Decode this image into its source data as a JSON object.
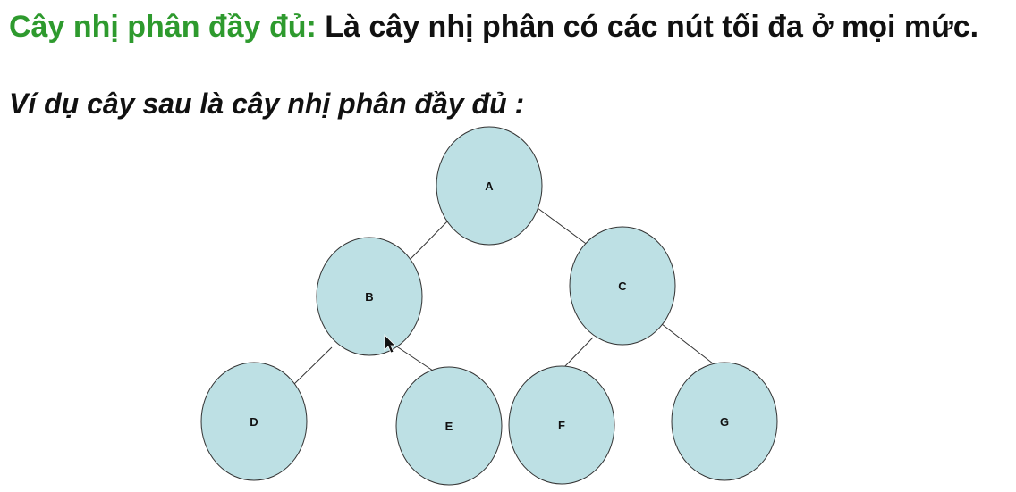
{
  "heading": {
    "term": "Cây nhị phân đầy đủ:",
    "definition": " Là cây nhị phân có các nút tối đa ở mọi mức."
  },
  "example": {
    "text": "Ví dụ cây sau là cây nhị phân đầy đủ :"
  },
  "colors": {
    "term": "#2e9a2e",
    "node_fill": "#bde0e4",
    "node_stroke": "#333333",
    "edge": "#333333"
  },
  "tree": {
    "nodes": [
      {
        "id": "A",
        "label": "A"
      },
      {
        "id": "B",
        "label": "B"
      },
      {
        "id": "C",
        "label": "C"
      },
      {
        "id": "D",
        "label": "D"
      },
      {
        "id": "E",
        "label": "E"
      },
      {
        "id": "F",
        "label": "F"
      },
      {
        "id": "G",
        "label": "G"
      }
    ],
    "edges": [
      {
        "from": "A",
        "to": "B"
      },
      {
        "from": "A",
        "to": "C"
      },
      {
        "from": "B",
        "to": "D"
      },
      {
        "from": "B",
        "to": "E"
      },
      {
        "from": "C",
        "to": "F"
      },
      {
        "from": "C",
        "to": "G"
      }
    ]
  }
}
